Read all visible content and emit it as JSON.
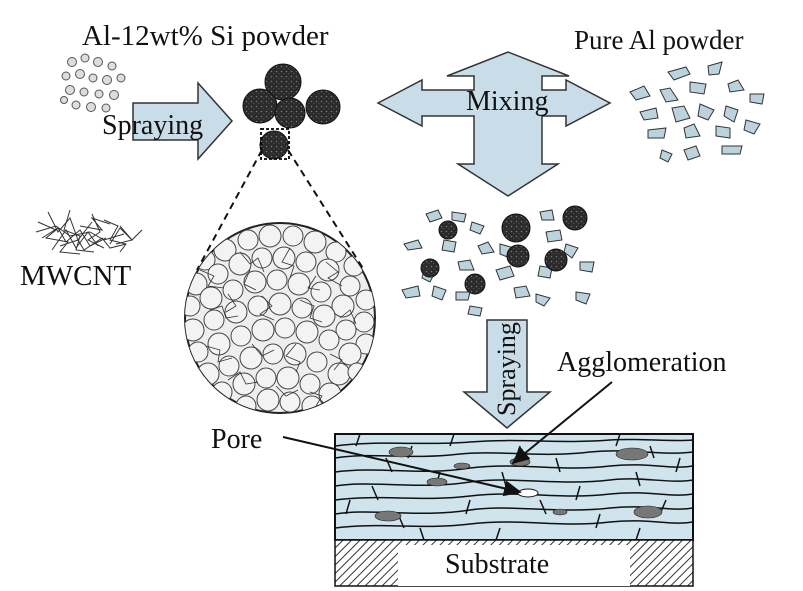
{
  "labels": {
    "al_si_powder": "Al-12wt% Si powder",
    "pure_al_powder": "Pure Al powder",
    "spraying_left": "Spraying",
    "mixing": "Mixing",
    "mwcnt": "MWCNT",
    "spraying_down": "Spraying",
    "agglomeration": "Agglomeration",
    "pore": "Pore",
    "substrate": "Substrate"
  },
  "colors": {
    "arrow_fill": "#c9dde8",
    "flake_fill": "#bcd3de",
    "coating_fill": "#cfe4ec",
    "dark_particle": "#1a1a1a",
    "outline": "#222222"
  }
}
